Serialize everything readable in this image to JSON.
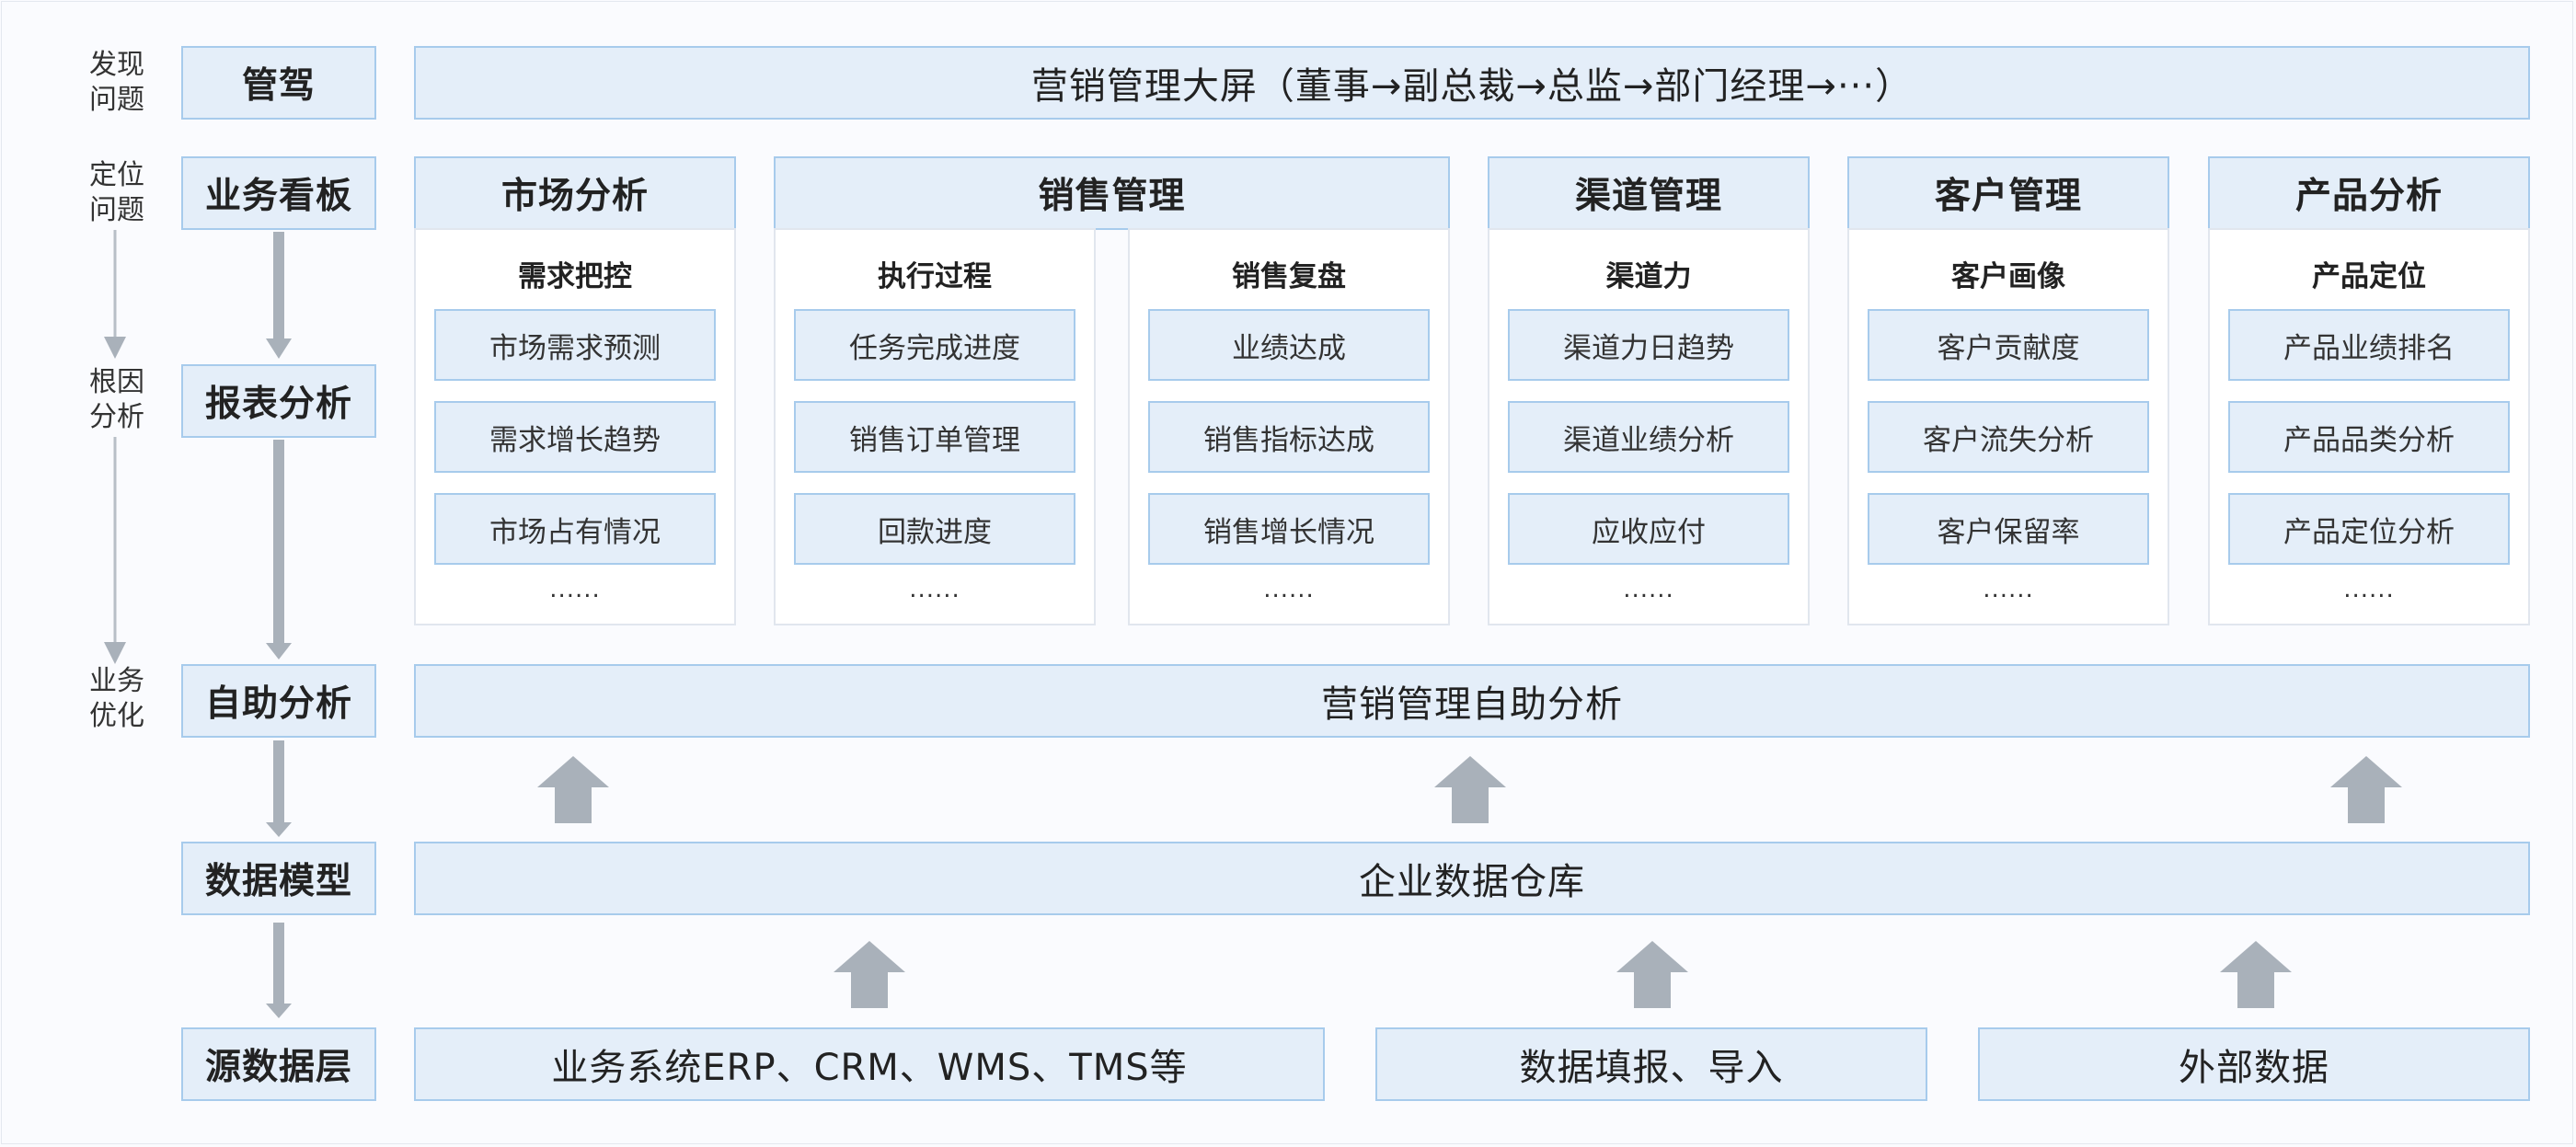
{
  "side_labels": {
    "find": [
      "发现",
      "问题"
    ],
    "locate": [
      "定位",
      "问题"
    ],
    "cause": [
      "根因",
      "分析"
    ],
    "optimize": [
      "业务",
      "优化"
    ]
  },
  "layers": {
    "guanjia": "管驾",
    "board": "业务看板",
    "report": "报表分析",
    "self": "自助分析",
    "model": "数据模型",
    "source": "源数据层"
  },
  "screen_title": "营销管理大屏（董事→副总裁→总监→部门经理→···）",
  "self_service": "营销管理自助分析",
  "warehouse": "企业数据仓库",
  "sources": [
    "业务系统ERP、CRM、WMS、TMS等",
    "数据填报、导入",
    "外部数据"
  ],
  "modules": [
    {
      "title": "市场分析",
      "groups": [
        {
          "subtitle": "需求把控",
          "items": [
            "市场需求预测",
            "需求增长趋势",
            "市场占有情况"
          ],
          "more": "......"
        }
      ]
    },
    {
      "title": "销售管理",
      "groups": [
        {
          "subtitle": "执行过程",
          "items": [
            "任务完成进度",
            "销售订单管理",
            "回款进度"
          ],
          "more": "......"
        },
        {
          "subtitle": "销售复盘",
          "items": [
            "业绩达成",
            "销售指标达成",
            "销售增长情况"
          ],
          "more": "......"
        }
      ]
    },
    {
      "title": "渠道管理",
      "groups": [
        {
          "subtitle": "渠道力",
          "items": [
            "渠道力日趋势",
            "渠道业绩分析",
            "应收应付"
          ],
          "more": "......"
        }
      ]
    },
    {
      "title": "客户管理",
      "groups": [
        {
          "subtitle": "客户画像",
          "items": [
            "客户贡献度",
            "客户流失分析",
            "客户保留率"
          ],
          "more": "......"
        }
      ]
    },
    {
      "title": "产品分析",
      "groups": [
        {
          "subtitle": "产品定位",
          "items": [
            "产品业绩排名",
            "产品品类分析",
            "产品定位分析"
          ],
          "more": "......"
        }
      ]
    }
  ],
  "colors": {
    "box_fill": "#e4eef9",
    "box_border": "#a7cbec",
    "arrow": "#a9b1ba"
  }
}
